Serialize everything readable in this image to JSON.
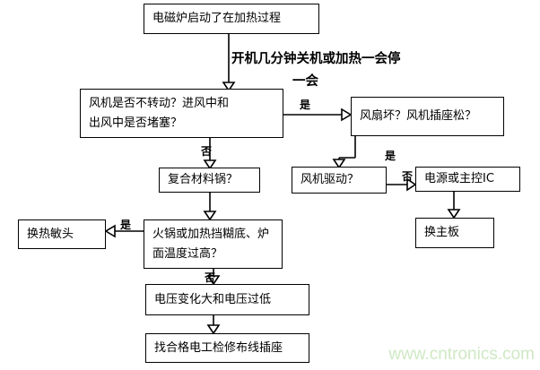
{
  "diagram": {
    "title_text": "电磁炉启动了在加热过程",
    "watermark": "www.cntronics.com",
    "accent_color": "#cfe8c4",
    "line_color": "#000000",
    "nodes": [
      {
        "id": "n1",
        "label": "电磁炉启动了在加热过程"
      },
      {
        "id": "n2",
        "label": "风机是否不转动？进风中和\n出风中是否堵塞？"
      },
      {
        "id": "n3",
        "label": "风扇坏？风机插座松？"
      },
      {
        "id": "n4",
        "label": "复合材料锅？"
      },
      {
        "id": "n5",
        "label": "风机驱动？"
      },
      {
        "id": "n6",
        "label": "电源或主控IC"
      },
      {
        "id": "n7",
        "label": "换主板"
      },
      {
        "id": "n8",
        "label": "换热敏头"
      },
      {
        "id": "n9",
        "label": "火锅或加热挡糊底、炉\n面温度过高？"
      },
      {
        "id": "n10",
        "label": "电压变化大和电压过低"
      },
      {
        "id": "n11",
        "label": "找合格电工检修布线插座"
      }
    ],
    "free_text": {
      "line1": "开机几分钟关机或加热一会停",
      "line2": "一会"
    },
    "edge_labels": {
      "yes_fan": "是",
      "no_fan": "否",
      "yes_drive": "是",
      "no_drive": "否",
      "yes_hot": "是",
      "no_hot": "否",
      "no_pot": "否"
    }
  }
}
